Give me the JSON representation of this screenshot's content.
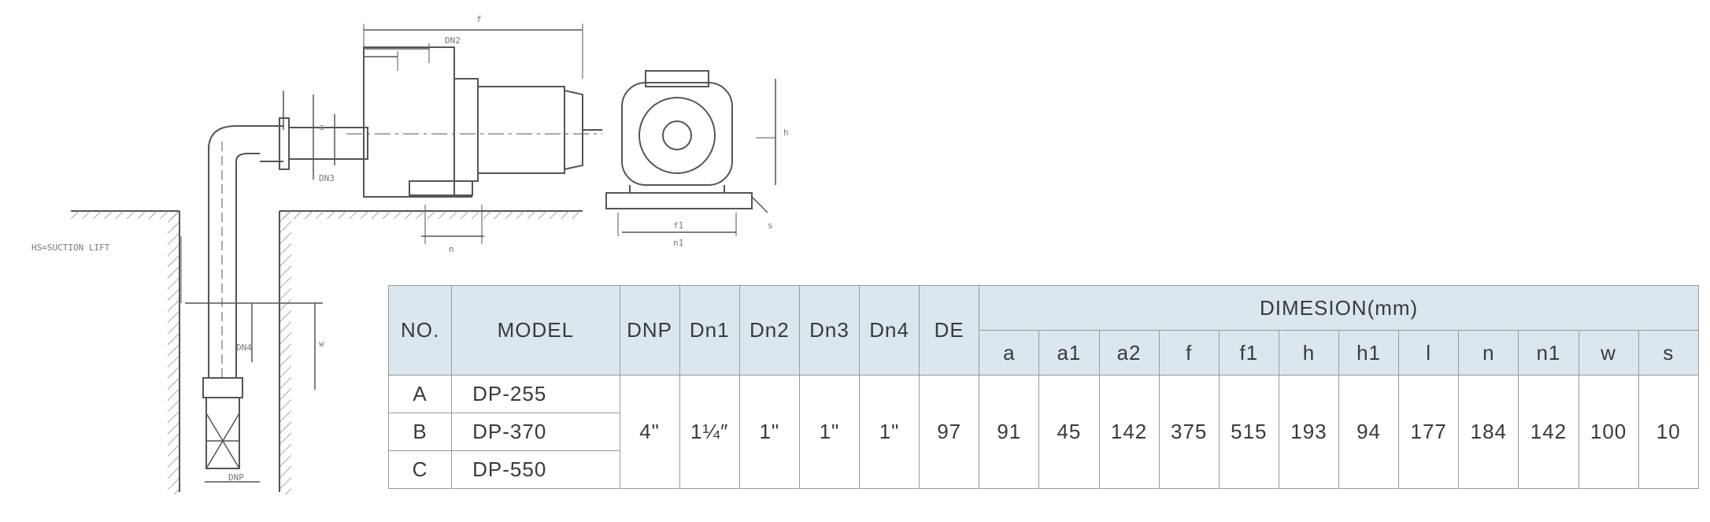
{
  "drawing": {
    "suction_lift_label": "HS=SUCTION LIFT",
    "tags": {
      "dnp_tag": "DNP",
      "dn2_tag": "DN2",
      "dn3_tag": "DN3",
      "dn4_tag": "DN4",
      "f_tag": "f",
      "n_tag": "n",
      "h_tag": "h",
      "a_tag": "a",
      "f1_tag": "f1",
      "w_tag": "w",
      "n1_tag": "n1",
      "s_tag": "s"
    },
    "colors": {
      "line": "#555555",
      "hatch": "#8a8a8a"
    }
  },
  "table": {
    "header": {
      "no": "NO.",
      "model": "MODEL",
      "dnp": "DNP",
      "dn1": "Dn1",
      "dn2": "Dn2",
      "dn3": "Dn3",
      "dn4": "Dn4",
      "de": "DE",
      "dimension_group": "DIMESION(mm)",
      "dims": [
        "a",
        "a1",
        "a2",
        "f",
        "f1",
        "h",
        "h1",
        "l",
        "n",
        "n1",
        "w",
        "s"
      ]
    },
    "rows": [
      {
        "no": "A",
        "model": "DP-255"
      },
      {
        "no": "B",
        "model": "DP-370"
      },
      {
        "no": "C",
        "model": "DP-550"
      }
    ],
    "shared": {
      "dnp": "4\"",
      "dn1": "1¼″",
      "dn2": "1\"",
      "dn3": "1\"",
      "dn4": "1\"",
      "de": "97",
      "dims": [
        "91",
        "45",
        "142",
        "375",
        "515",
        "193",
        "94",
        "177",
        "184",
        "142",
        "100",
        "10"
      ]
    },
    "colors": {
      "header_bg": "#dbe7ef",
      "border": "#9a9a9a",
      "text": "#3a3a3a"
    }
  }
}
